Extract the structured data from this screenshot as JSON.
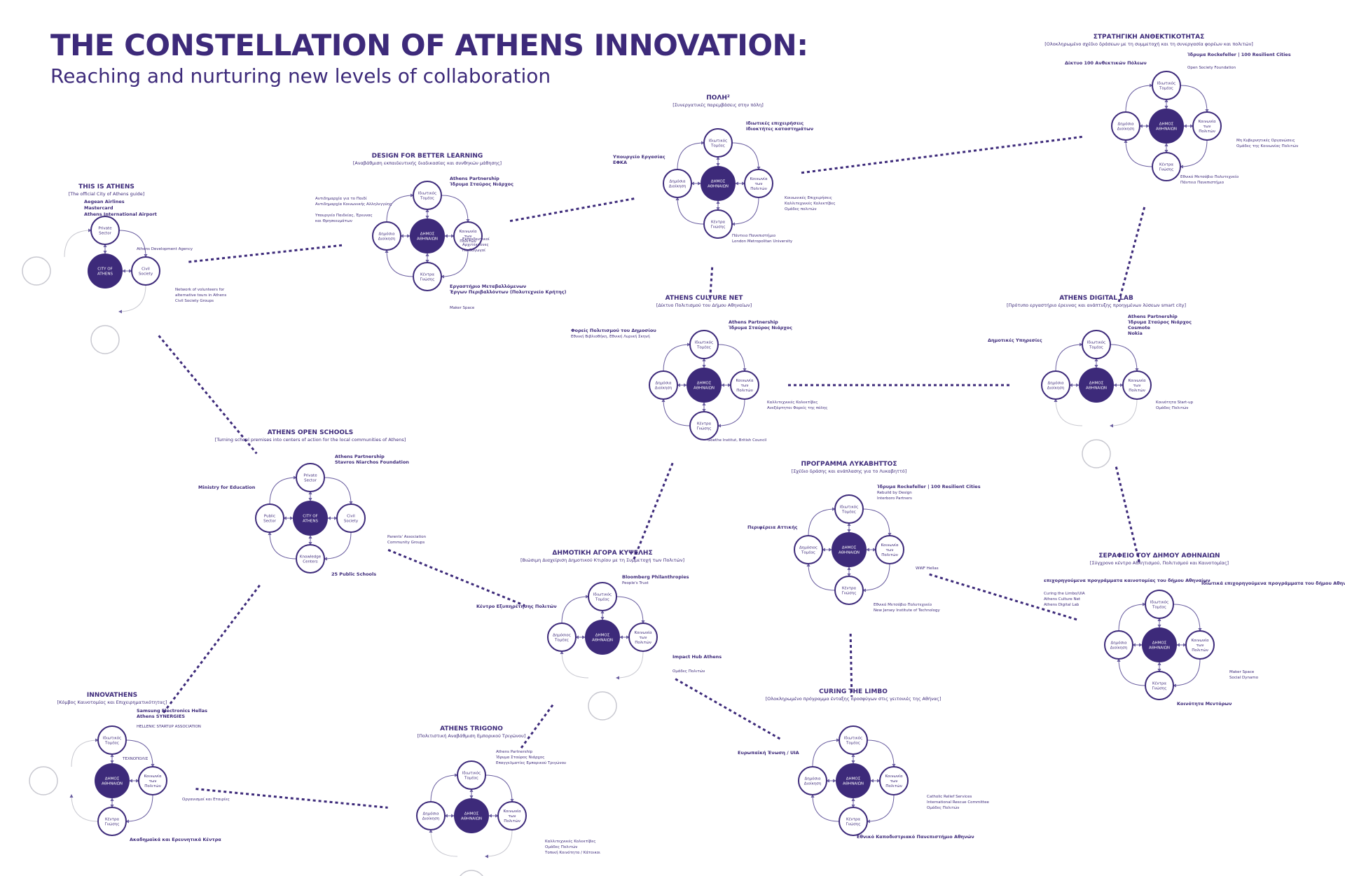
{
  "title": "THE CONSTELLATION OF ATHENS INNOVATION:",
  "subtitle": "Reaching and nurturing new levels of collaboration",
  "colors": {
    "primary": "#3d2a7a",
    "line": "#6a5ea0",
    "faded": "#c8c8d0"
  },
  "clusters": [
    {
      "id": "this-is-athens",
      "title": "THIS IS ATHENS",
      "subtitle": "[The official City of Athens guide]",
      "center": "CITY OF ATHENS",
      "nodes": [
        "Private Sector",
        "Civil Society",
        "",
        ""
      ],
      "annotations": [
        {
          "text": "Aegean Airlines",
          "bold": true
        },
        {
          "text": "Mastercard",
          "bold": true
        },
        {
          "text": "Athens International Airport",
          "bold": true
        },
        {
          "text": "Athens Development Agency",
          "bold": false
        },
        {
          "text": "Network of volunteers for",
          "bold": false
        },
        {
          "text": "alternative tours in Athens",
          "bold": false
        },
        {
          "text": "Civil Society Groups",
          "bold": false
        }
      ]
    },
    {
      "id": "design-for-better-learning",
      "title": "DESIGN FOR BETTER LEARNING",
      "subtitle": "[Αναβάθμιση εκπαιδευτικής διαδικασίας και συνθηκών μάθησης]",
      "center": "ΔΗΜΟΣ ΑΘΗΝΑΙΩΝ",
      "nodes": [
        "Ιδιωτικός Τομέας",
        "Κοινωνία των Πολιτών",
        "Κέντρα Γνώσης",
        "Δημόσια Διοίκηση"
      ],
      "annotations": [
        {
          "text": "Athens Partnership",
          "bold": true
        },
        {
          "text": "Ίδρυμα Σταύρος Νιάρχος",
          "bold": true
        },
        {
          "text": "Αντιδημαρχία για το Παιδί",
          "bold": false
        },
        {
          "text": "Αντιδημαρχία Κοινωνικής Αλληλεγγύης",
          "bold": false
        },
        {
          "text": "Υπουργείο Παιδείας, Έρευνας",
          "bold": false
        },
        {
          "text": "και Θρησκευμάτων",
          "bold": false
        },
        {
          "text": "Εκπαιδευτικοί",
          "bold": false
        },
        {
          "text": "Αρχιτέκτονες",
          "bold": false
        },
        {
          "text": "Παιδαγωγοί",
          "bold": false
        },
        {
          "text": "Εργαστήριο Μεταβαλλόμενων",
          "bold": true
        },
        {
          "text": "Έργων Περιβαλλόντων (Πολυτεχνείο Κρήτης)",
          "bold": true
        },
        {
          "text": "Maker Space",
          "bold": false
        }
      ]
    },
    {
      "id": "poli2",
      "title": "ΠΟΛΗ²",
      "subtitle": "[Συνεργατικές παρεμβάσεις στην πόλη]",
      "center": "ΔΗΜΟΣ ΑΘΗΝΑΙΩΝ",
      "nodes": [
        "Ιδιωτικός Τομέας",
        "Κοινωνία των Πολιτών",
        "Κέντρα Γνώσης",
        "Δημόσια Διοίκηση"
      ],
      "annotations": [
        {
          "text": "Ιδιωτικές επιχειρήσεις",
          "bold": true
        },
        {
          "text": "Ιδιοκτήτες καταστημάτων",
          "bold": true
        },
        {
          "text": "Υπουργείο Εργασίας",
          "bold": true
        },
        {
          "text": "ΕΦΚΑ",
          "bold": true
        },
        {
          "text": "Κοινωνικές Επιχειρήσεις",
          "bold": false
        },
        {
          "text": "Καλλιτεχνικές Κολεκτίβες",
          "bold": false
        },
        {
          "text": "Ομάδες πολιτών",
          "bold": false
        },
        {
          "text": "Πάντειο Πανεπιστήμιο",
          "bold": false
        },
        {
          "text": "London Metropolitan University",
          "bold": false
        }
      ]
    },
    {
      "id": "strategic-resilience",
      "title": "ΣΤΡΑΤΗΓΙΚΗ ΑΝΘΕΚΤΙΚΟΤΗΤΑΣ",
      "subtitle": "[Ολοκληρωμένο σχέδιο δράσεων με τη συμμετοχή και τη συνεργασία φορέων και πολιτών]",
      "center": "ΔΗΜΟΣ ΑΘΗΝΑΙΩΝ",
      "nodes": [
        "Ιδιωτικός Τομέας",
        "Κοινωνία των Πολιτών",
        "Κέντρα Γνώσης",
        "Δημόσια Διοίκηση"
      ],
      "annotations": [
        {
          "text": "Ίδρυμα Rockefeller | 100 Resilient Cities",
          "bold": true
        },
        {
          "text": "Δίκτυο 100 Ανθεκτικών Πόλεων",
          "bold": true
        },
        {
          "text": "Open Society Foundation",
          "bold": false
        },
        {
          "text": "Μη Κυβερνητικές Οργανώσεις",
          "bold": false
        },
        {
          "text": "Ομάδες της Κοινωνίας Πολιτών",
          "bold": false
        },
        {
          "text": "Εθνικό Μετσόβιο Πολυτεχνείο",
          "bold": false
        },
        {
          "text": "Πάντειο Πανεπιστήμιο",
          "bold": false
        }
      ]
    },
    {
      "id": "athens-culture-net",
      "title": "ATHENS CULTURE NET",
      "subtitle": "[Δίκτυο Πολιτισμού του Δήμου Αθηναίων]",
      "center": "ΔΗΜΟΣ ΑΘΗΝΑΙΩΝ",
      "nodes": [
        "Ιδιωτικός Τομέας",
        "Κοινωνία των Πολιτών",
        "Κέντρα Γνώσης",
        "Δημόσια Διοίκηση"
      ],
      "annotations": [
        {
          "text": "Athens Partnership",
          "bold": true
        },
        {
          "text": "Ίδρυμα Σταύρος Νιάρχος",
          "bold": true
        },
        {
          "text": "Φορείς Πολιτισμού του Δημοσίου",
          "bold": true
        },
        {
          "text": "Εθνική Βιβλιοθήκη, Εθνική Λυρική Σκηνή",
          "bold": false
        },
        {
          "text": "Καλλιτεχνικές Κολεκτίβες",
          "bold": false
        },
        {
          "text": "Ανεξάρτητοι Φορείς της πόλης",
          "bold": false
        },
        {
          "text": "Goethe Institut, British Council",
          "bold": false
        }
      ]
    },
    {
      "id": "athens-digital-lab",
      "title": "ATHENS DIGITAL LAB",
      "subtitle": "[Πρότυπο εργαστήριο έρευνας και ανάπτυξης προηγμένων λύσεων smart city]",
      "center": "ΔΗΜΟΣ ΑΘΗΝΑΙΩΝ",
      "nodes": [
        "Ιδιωτικός Τομέας",
        "Κοινωνία των Πολιτών",
        "",
        "Δημόσια Διοίκηση"
      ],
      "annotations": [
        {
          "text": "Athens Partnership",
          "bold": true
        },
        {
          "text": "Ίδρυμα Σταύρος Νιάρχος",
          "bold": true
        },
        {
          "text": "Cosmote",
          "bold": true
        },
        {
          "text": "Nokia",
          "bold": true
        },
        {
          "text": "Δημοτικές Υπηρεσίες",
          "bold": true
        },
        {
          "text": "Κοινότητα Start-up",
          "bold": false
        },
        {
          "text": "Ομάδες Πολιτών",
          "bold": false
        }
      ]
    },
    {
      "id": "athens-open-schools",
      "title": "ATHENS OPEN SCHOOLS",
      "subtitle": "[Turning school premises into centers of action for the local communities of Athens]",
      "center": "CITY OF ATHENS",
      "nodes": [
        "Private Sector",
        "Civil Society",
        "Knowledge Centers",
        "Public Sector"
      ],
      "annotations": [
        {
          "text": "Athens Partnership",
          "bold": true
        },
        {
          "text": "Stavros Niarchos Foundation",
          "bold": true
        },
        {
          "text": "Ministry for Education",
          "bold": true
        },
        {
          "text": "Parents' Association",
          "bold": false
        },
        {
          "text": "Community Groups",
          "bold": false
        },
        {
          "text": "25 Public Schools",
          "bold": true
        }
      ]
    },
    {
      "id": "lycabettus",
      "title": "ΠΡΟΓΡΑΜΜΑ ΛΥΚΑΒΗΤΤΟΣ",
      "subtitle": "[Σχέδιο δράσης και ανάπλασης για το Λυκαβηττό]",
      "center": "ΔΗΜΟΣ ΑΘΗΝΑΙΩΝ",
      "nodes": [
        "Ιδιωτικός Τομέας",
        "Κοινωνία των Πολιτών",
        "Κέντρα Γνώσης",
        "Δημόσιος Τομέας"
      ],
      "annotations": [
        {
          "text": "Ίδρυμα Rockefeller | 100 Resilient Cities",
          "bold": true
        },
        {
          "text": "Rebuild by Design",
          "bold": false
        },
        {
          "text": "Interboro Partners",
          "bold": false
        },
        {
          "text": "Περιφέρεια Αττικής",
          "bold": true
        },
        {
          "text": "WWF Hellas",
          "bold": false
        },
        {
          "text": "Εθνικό Μετσόβιο Πολυτεχνείο",
          "bold": false
        },
        {
          "text": "New Jersey Institute of Technology",
          "bold": false
        }
      ]
    },
    {
      "id": "kypseli-market",
      "title": "ΔΗΜΟΤΙΚΗ ΑΓΟΡΑ ΚΥΨΕΛΗΣ",
      "subtitle": "[Βιώσιμη Διαχείριση Δημοτικού Κτιρίου με τη Συμμετοχή των Πολιτών]",
      "center": "ΔΗΜΟΣ ΑΘΗΝΑΙΩΝ",
      "nodes": [
        "Ιδιωτικός Τομέας",
        "Κοινωνία των Πολιτών",
        "",
        "Δημόσιος Τομέας"
      ],
      "annotations": [
        {
          "text": "Bloomberg Philanthropies",
          "bold": true
        },
        {
          "text": "People's Trust",
          "bold": false
        },
        {
          "text": "Κέντρο Εξυπηρέτησης Πολιτών",
          "bold": true
        },
        {
          "text": "Impact Hub Athens",
          "bold": true
        },
        {
          "text": "Ομάδες Πολιτών",
          "bold": false
        }
      ]
    },
    {
      "id": "serafeio",
      "title": "ΣΕΡΑΦΕΙΟ ΤΟΥ ΔΗΜΟΥ ΑΘΗΝΑΙΩΝ",
      "subtitle": "[Σύγχρονο κέντρο Αθλητισμού, Πολιτισμού και Καινοτομίας]",
      "center": "ΔΗΜΟΣ ΑΘΗΝΑΙΩΝ",
      "nodes": [
        "Ιδιωτικός Τομέας",
        "Κοινωνία των Πολιτών",
        "Κέντρα Γνώσης",
        "Δημόσια Διοίκηση"
      ],
      "annotations": [
        {
          "text": "Ιδιωτικά επιχορηγούμενα προγράμματα του δήμου Αθηναίων",
          "bold": true
        },
        {
          "text": "επιχορηγούμενα προγράμματα καινοτομίας του δήμου Αθηναίων",
          "bold": true
        },
        {
          "text": "Curing the Limbo/UIA",
          "bold": false
        },
        {
          "text": "Athens Culture Net",
          "bold": false
        },
        {
          "text": "Athens Digital Lab",
          "bold": false
        },
        {
          "text": "Maker Space",
          "bold": false
        },
        {
          "text": "Social Dynamo",
          "bold": false
        },
        {
          "text": "Κοινότητα Μεντόρων",
          "bold": true
        }
      ]
    },
    {
      "id": "innovathens",
      "title": "INNOVATHENS",
      "subtitle": "[Κόμβος Καινοτομίας και Επιχειρηματικότητας]",
      "center": "ΔΗΜΟΣ ΑΘΗΝΑΙΩΝ",
      "nodes": [
        "Ιδιωτικός Τομέας",
        "Κοινωνία των Πολιτών",
        "Κέντρα Γνώσης",
        ""
      ],
      "annotations": [
        {
          "text": "Samsung Electronics Hellas",
          "bold": true
        },
        {
          "text": "Athens SYNERGIES",
          "bold": true
        },
        {
          "text": "HELLENIC STARTUP ASSOCIATION",
          "bold": false
        },
        {
          "text": "ΤΕΧΝΟΠΟΛΙΣ",
          "bold": false
        },
        {
          "text": "Οργανισμοί και Εταιρίες",
          "bold": false
        },
        {
          "text": "Ακαδημαϊκά και Ερευνητικά Κέντρα",
          "bold": true
        }
      ]
    },
    {
      "id": "athens-trigono",
      "title": "ATHENS TRIGONO",
      "subtitle": "[Πολιτιστική Αναβάθμιση Εμπορικού Τριγώνου]",
      "center": "ΔΗΜΟΣ ΑΘΗΝΑΙΩΝ",
      "nodes": [
        "Ιδιωτικός Τομέας",
        "Κοινωνία των Πολιτών",
        "",
        "Δημόσια Διοίκηση"
      ],
      "annotations": [
        {
          "text": "Athens Partnership",
          "bold": false
        },
        {
          "text": "Ίδρυμα Σταύρος Νιάρχος",
          "bold": false
        },
        {
          "text": "Επαγγελματίες Εμπορικού Τριγώνου",
          "bold": false
        },
        {
          "text": "Καλλιτεχνικές Κολεκτίβες",
          "bold": false
        },
        {
          "text": "Ομάδες Πολιτών",
          "bold": false
        },
        {
          "text": "Τοπική Κοινότητα / Κάτοικοι",
          "bold": false
        }
      ]
    },
    {
      "id": "curing-the-limbo",
      "title": "CURING THE LIMBO",
      "subtitle": "[Ολοκληρωμένο πρόγραμμα ένταξης προσφύγων στις γειτονιές της Αθήνας]",
      "center": "ΔΗΜΟΣ ΑΘΗΝΑΙΩΝ",
      "nodes": [
        "Ιδιωτικός Τομέας",
        "Κοινωνία των Πολιτών",
        "Κέντρα Γνώσης",
        "Δημόσια Διοίκηση"
      ],
      "annotations": [
        {
          "text": "Ευρωπαϊκή Ένωση / UIA",
          "bold": true
        },
        {
          "text": "Catholic Relief Services",
          "bold": false
        },
        {
          "text": "International Rescue Committee",
          "bold": false
        },
        {
          "text": "Ομάδες Πολιτών",
          "bold": false
        },
        {
          "text": "Εθνικό Καποδιστριακό Πανεπιστήμιο Αθηνών",
          "bold": true
        }
      ]
    }
  ]
}
